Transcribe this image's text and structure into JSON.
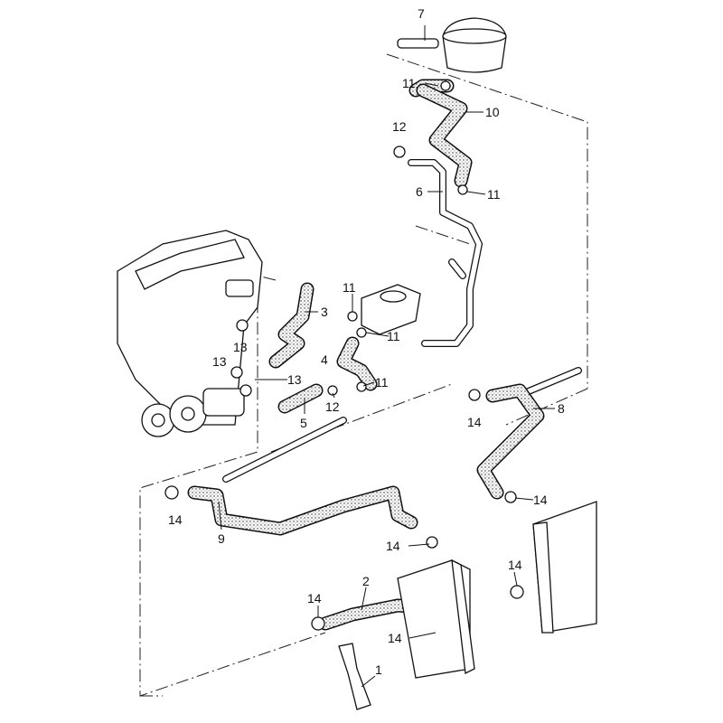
{
  "diagram": {
    "callouts": [
      {
        "id": "c7",
        "label": "7"
      },
      {
        "id": "c11a",
        "label": "11"
      },
      {
        "id": "c10",
        "label": "10"
      },
      {
        "id": "c12a",
        "label": "12"
      },
      {
        "id": "c6",
        "label": "6"
      },
      {
        "id": "c11b",
        "label": "11"
      },
      {
        "id": "c11c",
        "label": "11"
      },
      {
        "id": "c3",
        "label": "3"
      },
      {
        "id": "c11d",
        "label": "11"
      },
      {
        "id": "c13a",
        "label": "13"
      },
      {
        "id": "c13b",
        "label": "13"
      },
      {
        "id": "c13c",
        "label": "13"
      },
      {
        "id": "c4",
        "label": "4"
      },
      {
        "id": "c11e",
        "label": "11"
      },
      {
        "id": "c12b",
        "label": "12"
      },
      {
        "id": "c5",
        "label": "5"
      },
      {
        "id": "c14a",
        "label": "14"
      },
      {
        "id": "c8",
        "label": "8"
      },
      {
        "id": "c14b",
        "label": "14"
      },
      {
        "id": "c9",
        "label": "9"
      },
      {
        "id": "c14c",
        "label": "14"
      },
      {
        "id": "c14d",
        "label": "14"
      },
      {
        "id": "c2",
        "label": "2"
      },
      {
        "id": "c14e",
        "label": "14"
      },
      {
        "id": "c14f",
        "label": "14"
      },
      {
        "id": "c14g",
        "label": "14"
      },
      {
        "id": "c1",
        "label": "1"
      }
    ]
  }
}
